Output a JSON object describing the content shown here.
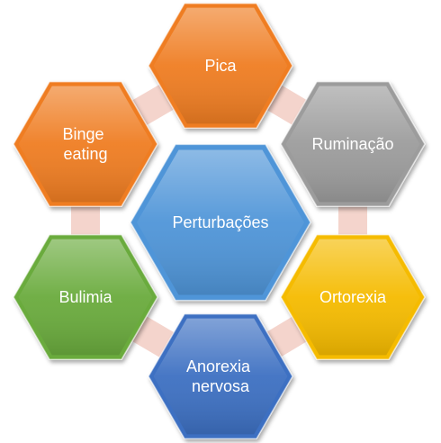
{
  "center": {
    "label": "Perturbações",
    "color": "#4f95d8"
  },
  "items": [
    {
      "id": "pica",
      "lines": [
        "Pica"
      ],
      "color": "#ef7d22"
    },
    {
      "id": "ruminacao",
      "lines": [
        "Ruminação"
      ],
      "color": "#9c9c9c"
    },
    {
      "id": "ortorexia",
      "lines": [
        "Ortorexia"
      ],
      "color": "#f5bb00"
    },
    {
      "id": "anorexia",
      "lines": [
        "Anorexia",
        "nervosa"
      ],
      "color": "#3d6fc2"
    },
    {
      "id": "bulimia",
      "lines": [
        "Bulimia"
      ],
      "color": "#6aab3c"
    },
    {
      "id": "binge",
      "lines": [
        "Binge",
        "eating"
      ],
      "color": "#ef7d22"
    }
  ],
  "connector_color": "#f3cfc6"
}
